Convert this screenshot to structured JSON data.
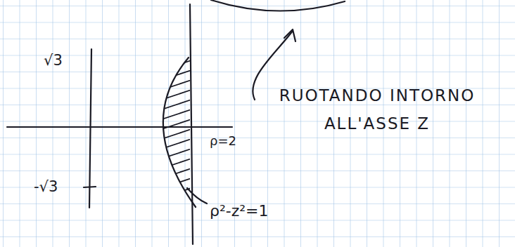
{
  "diagram": {
    "labels": [
      "√3",
      "-√3",
      "ρ=2",
      "ρ²-z²=1",
      "RUOTANDO INTORNO ALL'ASSE Z"
    ]
  }
}
